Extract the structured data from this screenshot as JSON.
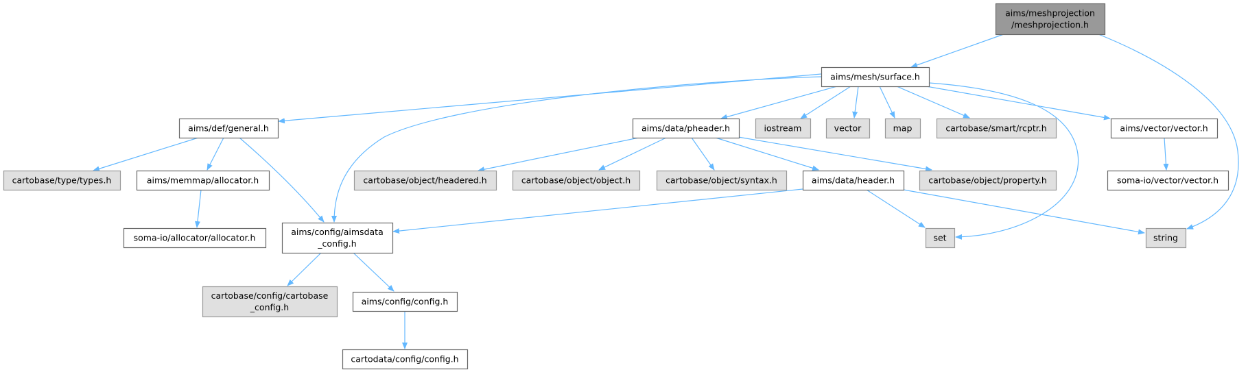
{
  "graph": {
    "edge_color": "#63b8ff",
    "node_colors": {
      "root": "#999999",
      "documented": "#ffffff",
      "external": "#e0e0e0"
    },
    "nodes": [
      {
        "id": "meshprojection",
        "label": [
          "aims/meshprojection",
          "/meshprojection.h"
        ],
        "kind": "root"
      },
      {
        "id": "surface",
        "label": [
          "aims/mesh/surface.h"
        ],
        "kind": "documented"
      },
      {
        "id": "general",
        "label": [
          "aims/def/general.h"
        ],
        "kind": "documented"
      },
      {
        "id": "pheader",
        "label": [
          "aims/data/pheader.h"
        ],
        "kind": "documented"
      },
      {
        "id": "iostream",
        "label": [
          "iostream"
        ],
        "kind": "external"
      },
      {
        "id": "vector",
        "label": [
          "vector"
        ],
        "kind": "external"
      },
      {
        "id": "map",
        "label": [
          "map"
        ],
        "kind": "external"
      },
      {
        "id": "rcptr",
        "label": [
          "cartobase/smart/rcptr.h"
        ],
        "kind": "external"
      },
      {
        "id": "aimsvector",
        "label": [
          "aims/vector/vector.h"
        ],
        "kind": "documented"
      },
      {
        "id": "types",
        "label": [
          "cartobase/type/types.h"
        ],
        "kind": "external"
      },
      {
        "id": "memmap",
        "label": [
          "aims/memmap/allocator.h"
        ],
        "kind": "documented"
      },
      {
        "id": "headered",
        "label": [
          "cartobase/object/headered.h"
        ],
        "kind": "external"
      },
      {
        "id": "object",
        "label": [
          "cartobase/object/object.h"
        ],
        "kind": "external"
      },
      {
        "id": "syntax",
        "label": [
          "cartobase/object/syntax.h"
        ],
        "kind": "external"
      },
      {
        "id": "header",
        "label": [
          "aims/data/header.h"
        ],
        "kind": "documented"
      },
      {
        "id": "property",
        "label": [
          "cartobase/object/property.h"
        ],
        "kind": "external"
      },
      {
        "id": "somavector",
        "label": [
          "soma-io/vector/vector.h"
        ],
        "kind": "documented"
      },
      {
        "id": "somaalloc",
        "label": [
          "soma-io/allocator/allocator.h"
        ],
        "kind": "documented"
      },
      {
        "id": "aimsdata",
        "label": [
          "aims/config/aimsdata",
          "_config.h"
        ],
        "kind": "documented"
      },
      {
        "id": "set",
        "label": [
          "set"
        ],
        "kind": "external"
      },
      {
        "id": "string",
        "label": [
          "string"
        ],
        "kind": "external"
      },
      {
        "id": "cartobaseconfig",
        "label": [
          "cartobase/config/cartobase",
          "_config.h"
        ],
        "kind": "external"
      },
      {
        "id": "aimsconfig",
        "label": [
          "aims/config/config.h"
        ],
        "kind": "documented"
      },
      {
        "id": "cartodata",
        "label": [
          "cartodata/config/config.h"
        ],
        "kind": "documented"
      }
    ],
    "edges": [
      [
        "meshprojection",
        "surface"
      ],
      [
        "meshprojection",
        "string"
      ],
      [
        "surface",
        "general"
      ],
      [
        "surface",
        "aimsdata"
      ],
      [
        "surface",
        "pheader"
      ],
      [
        "surface",
        "iostream"
      ],
      [
        "surface",
        "vector"
      ],
      [
        "surface",
        "map"
      ],
      [
        "surface",
        "rcptr"
      ],
      [
        "surface",
        "set"
      ],
      [
        "surface",
        "aimsvector"
      ],
      [
        "general",
        "types"
      ],
      [
        "general",
        "memmap"
      ],
      [
        "general",
        "aimsdata"
      ],
      [
        "memmap",
        "somaalloc"
      ],
      [
        "pheader",
        "headered"
      ],
      [
        "pheader",
        "object"
      ],
      [
        "pheader",
        "syntax"
      ],
      [
        "pheader",
        "header"
      ],
      [
        "pheader",
        "property"
      ],
      [
        "header",
        "aimsdata"
      ],
      [
        "header",
        "set"
      ],
      [
        "header",
        "string"
      ],
      [
        "aimsdata",
        "cartobaseconfig"
      ],
      [
        "aimsdata",
        "aimsconfig"
      ],
      [
        "aimsconfig",
        "cartodata"
      ],
      [
        "aimsvector",
        "somavector"
      ]
    ]
  }
}
